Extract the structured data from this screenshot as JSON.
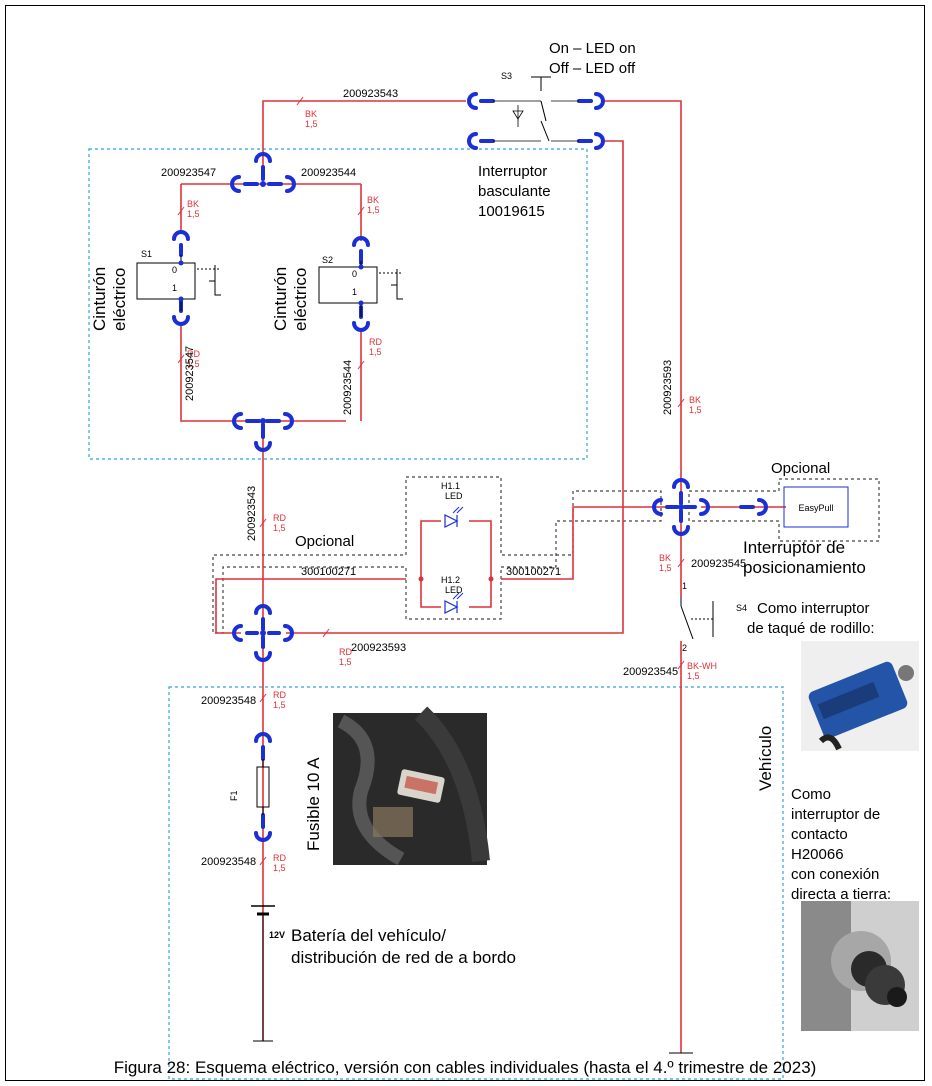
{
  "labels": {
    "s3_mode": [
      "On – LED on",
      "Off – LED off"
    ],
    "s3_name": [
      "Interruptor",
      "basculante",
      "10019615"
    ],
    "belt1": [
      "Cinturón",
      "eléctrico"
    ],
    "belt2": [
      "Cinturón",
      "eléctrico"
    ],
    "opcional_left": "Opcional",
    "opcional_right": "Opcional",
    "pos_switch": [
      "Interruptor de",
      "posicionamiento"
    ],
    "easypull": "EasyPull",
    "tappet": [
      "Como interruptor",
      "de taqué de rodillo:"
    ],
    "contact": [
      "Como",
      "interruptor de",
      "contacto",
      "H20066",
      "con conexión",
      "directa a tierra:"
    ],
    "vehiculo": "Vehículo",
    "fusible": "Fusible 10 A",
    "battery": [
      "Batería del vehículo/",
      "distribución de red de a bordo"
    ],
    "volt": "12V"
  },
  "components": {
    "S1": "S1",
    "S2": "S2",
    "S3": "S3",
    "S4": "S4",
    "F1": "F1",
    "H11": [
      "H1.1",
      "LED"
    ],
    "H12": [
      "H1.2",
      "LED"
    ],
    "pin0": "0",
    "pin1": "1",
    "pin2": "2"
  },
  "wire_codes": {
    "w543": "200923543",
    "w547": "200923547",
    "w544": "200923544",
    "w593": "200923593",
    "w271": "300100271",
    "w545": "200923545",
    "w548": "200923548"
  },
  "wire_specs": {
    "bk": [
      "BK",
      "1,5"
    ],
    "rd": [
      "RD",
      "1,5"
    ],
    "bkwh": [
      "BK-WH",
      "1,5"
    ]
  },
  "caption": "Figura 28: Esquema eléctrico, versión con cables individuales (hasta el 4.º trimestre de 2023)",
  "colors": {
    "wire": "#e0313a",
    "connector": "#1a2fd6",
    "optional_frame": "#444444",
    "belt_frame": "#4fb0e8"
  }
}
